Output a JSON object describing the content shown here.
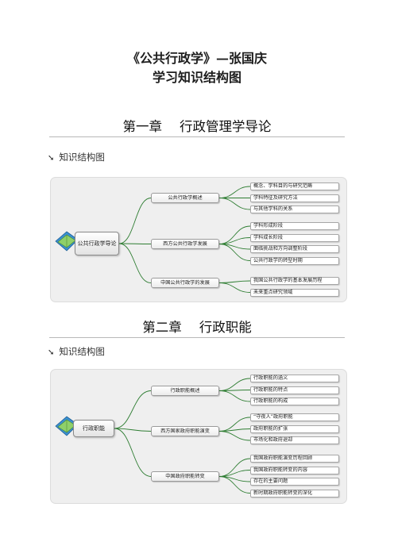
{
  "header": {
    "title_line1": "《公共行政学》—张国庆",
    "title_line2": "学习知识结构图"
  },
  "chapters": [
    {
      "number": "第一章",
      "name": "行政管理学导论",
      "bullet": "知识结构图",
      "map": {
        "root": "公共行政学导论",
        "branches": [
          {
            "label": "公共行政学概述",
            "leaves": [
              "概念、学科目的与研究范畴",
              "学科特征及研究方法",
              "与其他学科的关系"
            ]
          },
          {
            "label": "西方公共行政学发展",
            "leaves": [
              "学科形成阶段",
              "学科成长阶段",
              "面临挑战和方向调整阶段",
              "公共行政学的转型时期"
            ]
          },
          {
            "label": "中国公共行政学的发展",
            "leaves": [
              "我国公共行政学的基本发展历程",
              "未来重点研究领域"
            ]
          }
        ]
      }
    },
    {
      "number": "第二章",
      "name": "行政职能",
      "bullet": "知识结构图",
      "map": {
        "root": "行政职能",
        "branches": [
          {
            "label": "行政职能概述",
            "leaves": [
              "行政职能的涵义",
              "行政职能的特点",
              "行政职能的构成"
            ]
          },
          {
            "label": "西方国家政府职能演变",
            "leaves": [
              "“守夜人”政府职能",
              "政府职能的扩张",
              "市场化和政府退却"
            ]
          },
          {
            "label": "中国政府职能转变",
            "leaves": [
              "我国政府职能演变历程回顾",
              "我国政府职能转变的内容",
              "存在的主要问题",
              "新时期政府职能转变的深化"
            ]
          }
        ]
      }
    }
  ],
  "colors": {
    "connector": "#2e7d32",
    "rule": "#b8b8b8",
    "panel": "#efefef"
  }
}
